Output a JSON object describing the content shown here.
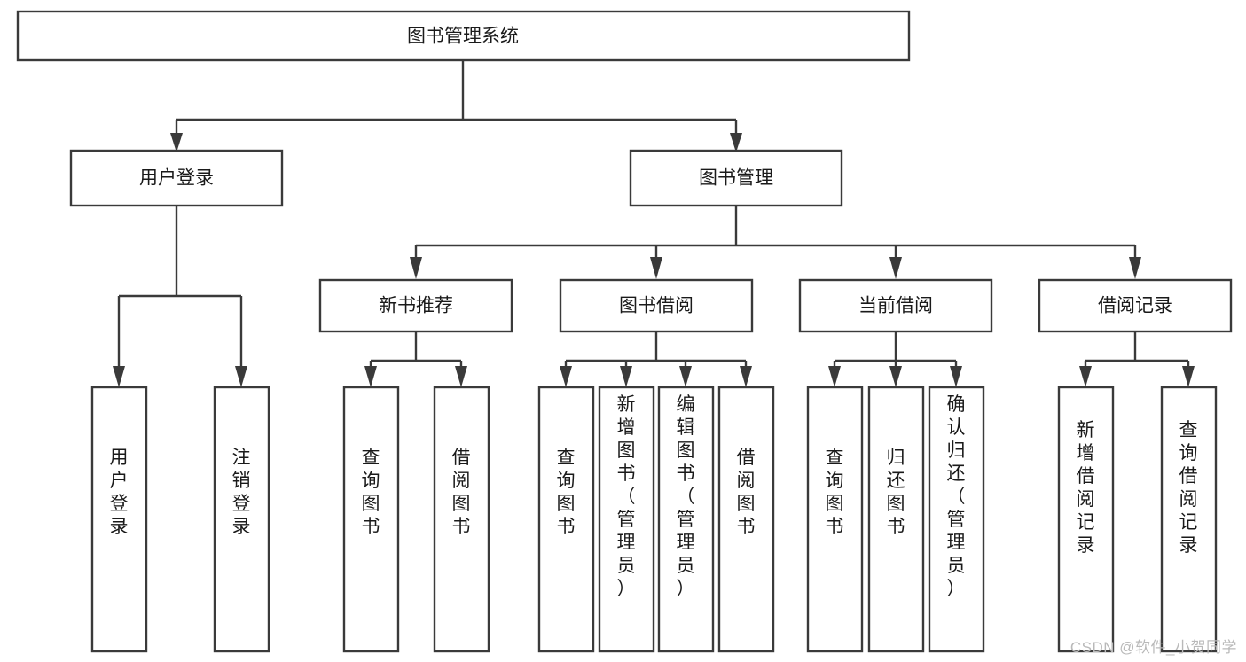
{
  "diagram": {
    "type": "tree-hierarchy-flowchart",
    "title": "图书管理系统",
    "watermark": "CSDN @软件_小贺同学",
    "colors": {
      "stroke": "#3a3a3a",
      "box_fill": "#ffffff",
      "text": "#1a1a1a",
      "background": "#ffffff",
      "watermark": "#b9b9b9"
    },
    "levels": [
      {
        "level": 1,
        "nodes": [
          {
            "id": "root",
            "label": "图书管理系统",
            "orientation": "horizontal"
          }
        ]
      },
      {
        "level": 2,
        "nodes": [
          {
            "id": "login",
            "label": "用户登录",
            "orientation": "horizontal",
            "parent": "root"
          },
          {
            "id": "bookmgmt",
            "label": "图书管理",
            "orientation": "horizontal",
            "parent": "root"
          }
        ]
      },
      {
        "level": 3,
        "nodes": [
          {
            "id": "newbook",
            "label": "新书推荐",
            "orientation": "horizontal",
            "parent": "bookmgmt"
          },
          {
            "id": "borrow",
            "label": "图书借阅",
            "orientation": "horizontal",
            "parent": "bookmgmt"
          },
          {
            "id": "current",
            "label": "当前借阅",
            "orientation": "horizontal",
            "parent": "bookmgmt"
          },
          {
            "id": "record",
            "label": "借阅记录",
            "orientation": "horizontal",
            "parent": "bookmgmt"
          }
        ]
      },
      {
        "level": 4,
        "nodes": [
          {
            "id": "leaf-user-login",
            "label": "用户登录",
            "orientation": "vertical",
            "parent": "login"
          },
          {
            "id": "leaf-logout",
            "label": "注销登录",
            "orientation": "vertical",
            "parent": "login"
          },
          {
            "id": "leaf-query-book-1",
            "label": "查询图书",
            "orientation": "vertical",
            "parent": "newbook"
          },
          {
            "id": "leaf-borrow-book-1",
            "label": "借阅图书",
            "orientation": "vertical",
            "parent": "newbook"
          },
          {
            "id": "leaf-query-book-2",
            "label": "查询图书",
            "orientation": "vertical",
            "parent": "borrow"
          },
          {
            "id": "leaf-add-book",
            "label": "新增图书（管理员）",
            "orientation": "vertical",
            "parent": "borrow"
          },
          {
            "id": "leaf-edit-book",
            "label": "编辑图书（管理员）",
            "orientation": "vertical",
            "parent": "borrow"
          },
          {
            "id": "leaf-borrow-book-2",
            "label": "借阅图书",
            "orientation": "vertical",
            "parent": "borrow"
          },
          {
            "id": "leaf-query-book-3",
            "label": "查询图书",
            "orientation": "vertical",
            "parent": "current"
          },
          {
            "id": "leaf-return-book",
            "label": "归还图书",
            "orientation": "vertical",
            "parent": "current"
          },
          {
            "id": "leaf-confirm-return",
            "label": "确认归还（管理员）",
            "orientation": "vertical",
            "parent": "current"
          },
          {
            "id": "leaf-add-record",
            "label": "新增借阅记录",
            "orientation": "vertical",
            "parent": "record"
          },
          {
            "id": "leaf-query-record",
            "label": "查询借阅记录",
            "orientation": "vertical",
            "parent": "record"
          }
        ]
      }
    ]
  }
}
